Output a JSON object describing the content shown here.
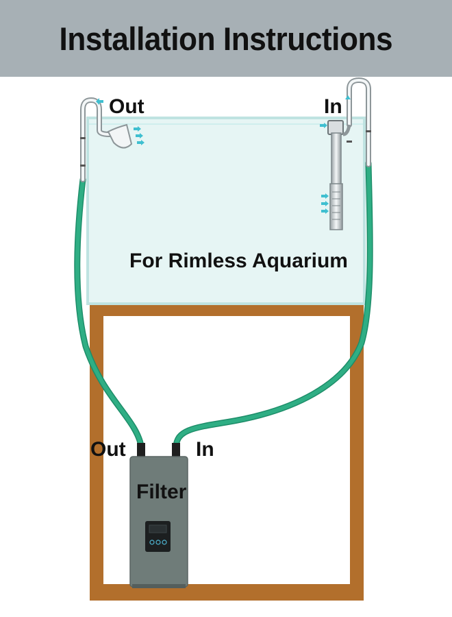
{
  "header": {
    "title": "Installation Instructions"
  },
  "tank": {
    "caption": "For Rimless Aquarium",
    "outflow_label": "Out",
    "inflow_label": "In"
  },
  "filter": {
    "label": "Filter",
    "outlet_label": "Out",
    "inlet_label": "In"
  },
  "colors": {
    "header_bg": "#a7b0b5",
    "water": "#e6f5f4",
    "tank_edge": "#bfe3e1",
    "hose": "#2fae84",
    "stand": "#b26f2c",
    "filter_body": "#6f7c79",
    "flow_arrow": "#3fbfd0"
  },
  "icons": [
    "outflow-pipe-icon",
    "intake-pipe-icon",
    "flow-arrow-icon",
    "display-panel-icon"
  ]
}
